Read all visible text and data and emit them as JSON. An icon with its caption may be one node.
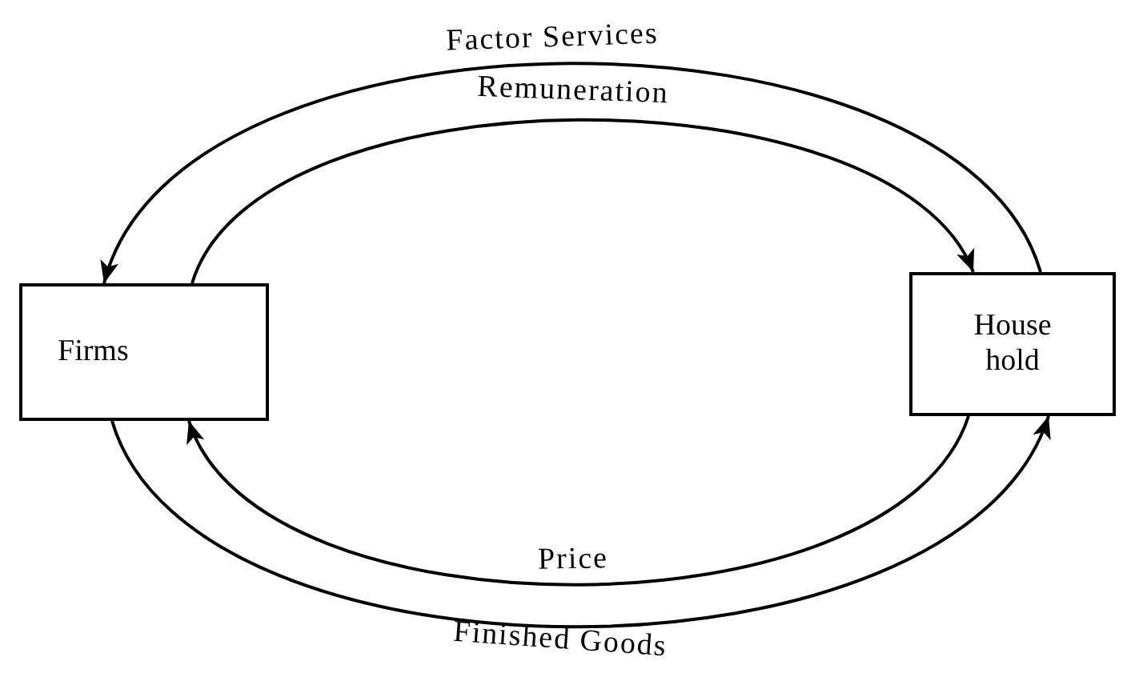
{
  "diagram": {
    "nodes": [
      {
        "text": [
          "Firms"
        ]
      },
      {
        "text": [
          "House hold"
        ]
      }
    ],
    "edges": [
      {
        "from": 1,
        "to": 0,
        "arrow": "to",
        "label": "Factor Services"
      },
      {
        "from": 0,
        "to": 1,
        "arrow": "to",
        "label": "Remuneration"
      },
      {
        "from": 1,
        "to": 0,
        "arrow": "to",
        "label": "Price"
      },
      {
        "from": 0,
        "to": 1,
        "arrow": "to",
        "label": "Finished Goods"
      }
    ]
  }
}
